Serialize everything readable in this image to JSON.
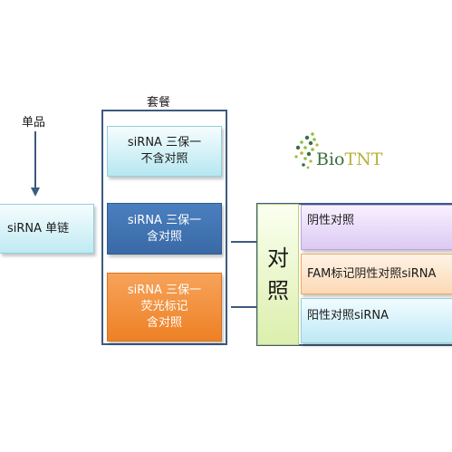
{
  "single": {
    "heading": "单品",
    "box_label": "siRNA 单链"
  },
  "package": {
    "heading": "套餐",
    "items": [
      {
        "lines": [
          "siRNA 三保一",
          "不含对照"
        ]
      },
      {
        "lines": [
          "siRNA 三保一",
          "含对照"
        ]
      },
      {
        "lines": [
          "siRNA 三保一",
          "荧光标记",
          "含对照"
        ]
      }
    ]
  },
  "controls": {
    "label_chars": [
      "对",
      "照"
    ],
    "items": [
      {
        "label": "阴性对照"
      },
      {
        "label": "FAM标记阴性对照siRNA"
      },
      {
        "label": "阳性对照siRNA"
      }
    ]
  },
  "logo": {
    "name_part1": "Bio",
    "name_part2": "TNT",
    "icon": "molecule-helix-icon"
  },
  "colors": {
    "frame": "#3d5a80",
    "package_blue": "#3a6aa6",
    "package_orange": "#ee8125",
    "control_green": "#dcefad",
    "control_purple": "#dcc9f3",
    "logo_green": "#3b6f3d",
    "logo_gold": "#b9b23c"
  }
}
